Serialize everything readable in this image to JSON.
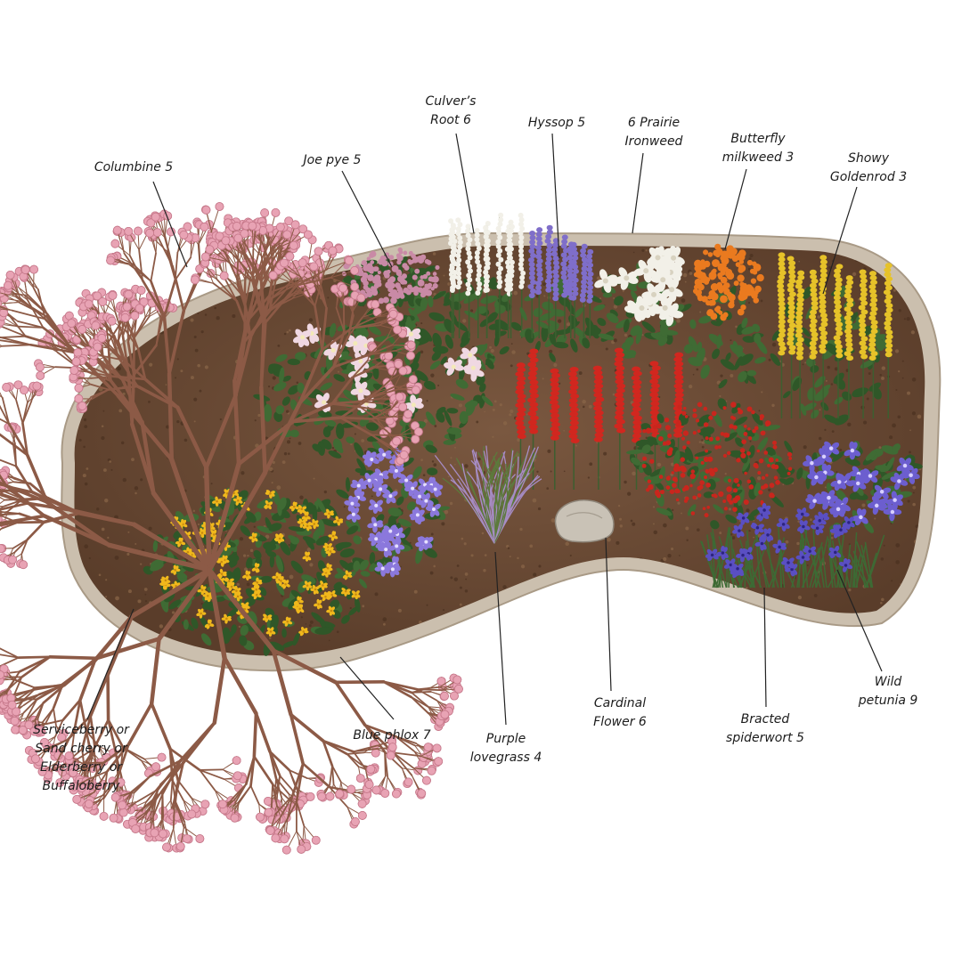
{
  "labels": {
    "columbine": [
      "Columbine 5"
    ],
    "joepye": [
      "Joe pye 5"
    ],
    "culvers": [
      "Culver’s",
      "Root 6"
    ],
    "hyssop": [
      "Hyssop 5"
    ],
    "ironweed": [
      "6 Prairie",
      "Ironweed"
    ],
    "milkweed": [
      "Butterfly",
      "milkweed 3"
    ],
    "goldenrod": [
      "Showy",
      "Goldenrod 3"
    ],
    "serviceberry": [
      "Serviceberry or",
      "Sand cherry or",
      "Elderberry or",
      "Buffaloberry"
    ],
    "phlox": [
      "Blue phlox 7"
    ],
    "lovegrass": [
      "Purple",
      "lovegrass 4"
    ],
    "cardinal": [
      "Cardinal",
      "Flower 6"
    ],
    "spiderwort": [
      "Bracted",
      "spiderwort 5"
    ],
    "petunia": [
      "Wild",
      "petunia 9"
    ]
  },
  "colors": {
    "mulch": "#6b4a33",
    "edging": "#cbbfae",
    "foliage": "#3f6b34",
    "pink": "#e8a3b4",
    "white": "#f2f0e8",
    "lavender": "#7f6ec9",
    "orange": "#ea7a1f",
    "yellow": "#e6c229",
    "red": "#d1271f",
    "violet": "#6c5ecf",
    "leader": "#222222"
  },
  "icons": [
    "shrub-branches-icon",
    "rock-icon"
  ]
}
